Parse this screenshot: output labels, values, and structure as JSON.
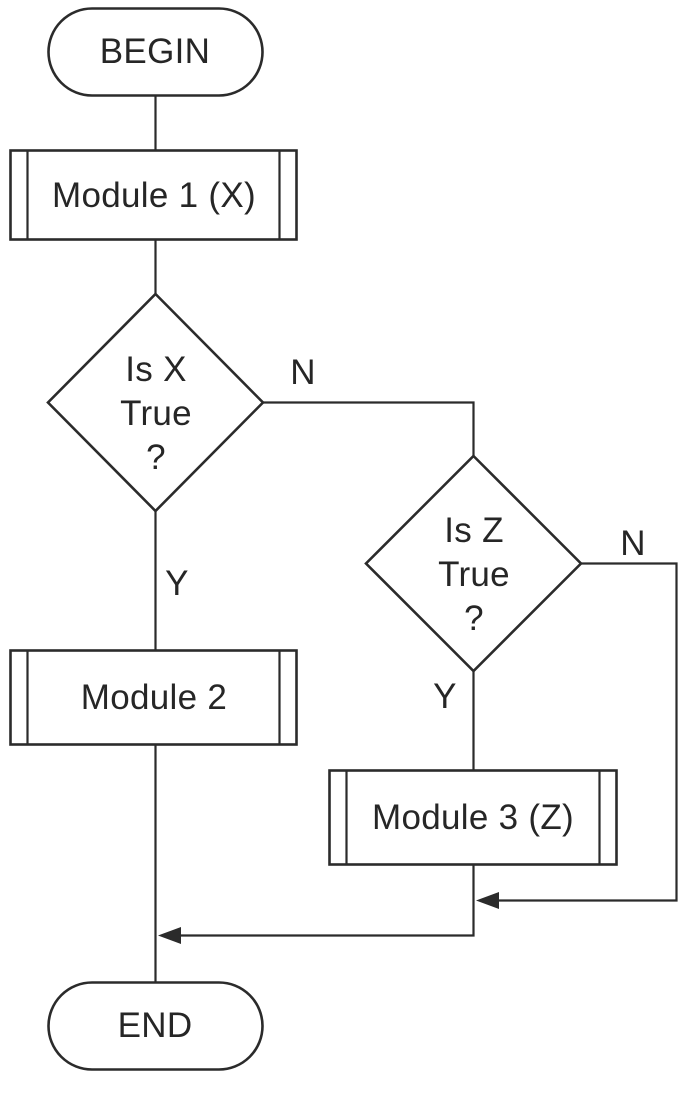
{
  "diagram": {
    "type": "flowchart",
    "description": "Top-down module decision flowchart",
    "colors": {
      "stroke": "#2b2b2b",
      "text": "#262626",
      "background": "#ffffff"
    },
    "nodes": {
      "begin": {
        "shape": "terminator",
        "label": "BEGIN"
      },
      "module1": {
        "shape": "predefined-process",
        "label": "Module 1 (X)"
      },
      "decision_x": {
        "shape": "decision",
        "label": "Is X\nTrue\n?"
      },
      "module2": {
        "shape": "predefined-process",
        "label": "Module 2"
      },
      "decision_z": {
        "shape": "decision",
        "label": "Is Z\nTrue\n?"
      },
      "module3": {
        "shape": "predefined-process",
        "label": "Module 3 (Z)"
      },
      "end": {
        "shape": "terminator",
        "label": "END"
      }
    },
    "branch_labels": {
      "x_no": "N",
      "x_yes": "Y",
      "z_no": "N",
      "z_yes": "Y"
    },
    "edges": [
      {
        "from": "begin",
        "to": "module1",
        "label": ""
      },
      {
        "from": "module1",
        "to": "decision_x",
        "label": ""
      },
      {
        "from": "decision_x",
        "to": "module2",
        "label": "Y"
      },
      {
        "from": "decision_x",
        "to": "decision_z",
        "label": "N"
      },
      {
        "from": "decision_z",
        "to": "module3",
        "label": "Y"
      },
      {
        "from": "decision_z",
        "to": "merge_below_module3",
        "label": "N"
      },
      {
        "from": "module3",
        "to": "merge_before_end",
        "label": ""
      },
      {
        "from": "module2",
        "to": "end",
        "label": ""
      }
    ]
  }
}
